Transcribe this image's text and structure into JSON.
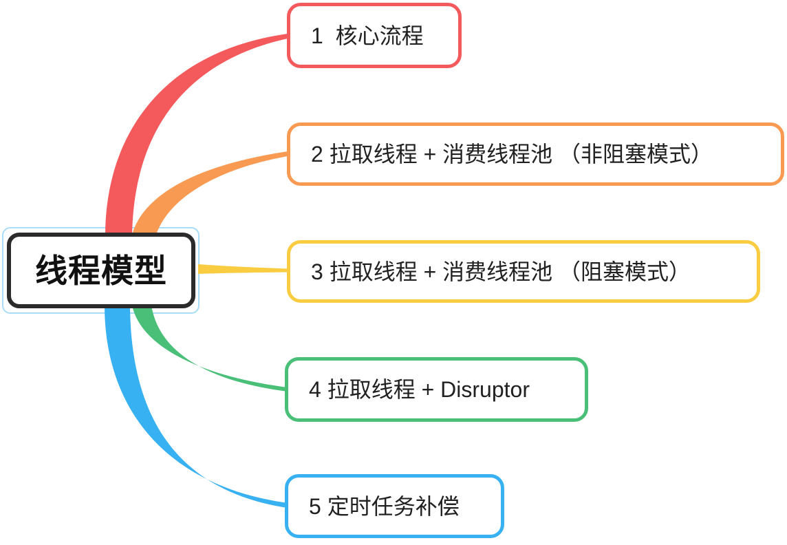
{
  "mindmap": {
    "root": {
      "label": "线程模型",
      "border_color": "#2B2B2B",
      "selection_color": "#A9DCF7"
    },
    "branches": [
      {
        "label": "1  核心流程",
        "color": "#F4595C"
      },
      {
        "label": "2 拉取线程 + 消费线程池 （非阻塞模式）",
        "color": "#F89A52"
      },
      {
        "label": "3 拉取线程 + 消费线程池 （阻塞模式）",
        "color": "#F9CC41"
      },
      {
        "label": "4 拉取线程 + Disruptor",
        "color": "#49BF78"
      },
      {
        "label": "5 定时任务补偿",
        "color": "#38B1F3"
      }
    ]
  }
}
